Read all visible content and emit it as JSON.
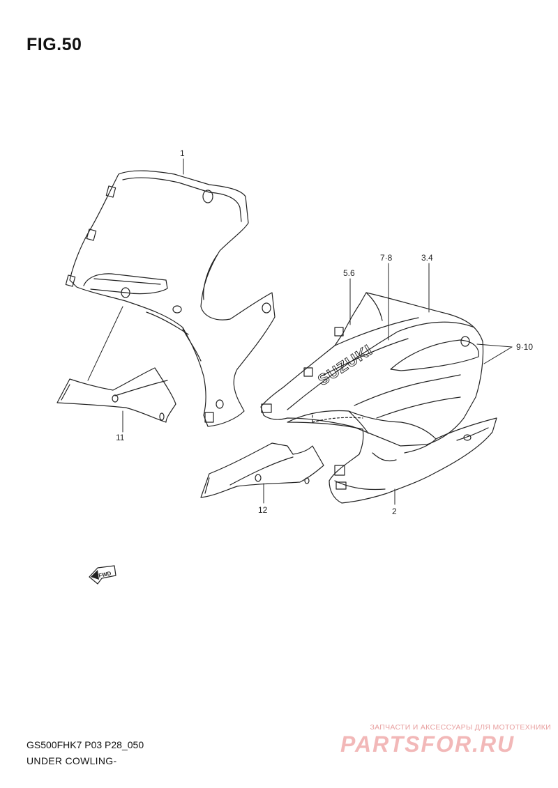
{
  "figure": {
    "title": "FIG.50"
  },
  "callouts": [
    {
      "id": "c-1",
      "label": "1"
    },
    {
      "id": "c-11",
      "label": "11"
    },
    {
      "id": "c-56",
      "label": "5.6"
    },
    {
      "id": "c-78",
      "label": "7·8"
    },
    {
      "id": "c-34",
      "label": "3.4"
    },
    {
      "id": "c-910",
      "label": "9·10"
    },
    {
      "id": "c-12",
      "label": "12"
    },
    {
      "id": "c-2",
      "label": "2"
    }
  ],
  "decal_text": "SUZUKI",
  "fwd_label": "FWD",
  "caption": {
    "code": "GS500FHK7 P03 P28_050",
    "name": "UNDER COWLING-"
  },
  "watermark": {
    "tagline": "ЗАПЧАСТИ И АКСЕССУАРЫ ДЛЯ МОТОТЕХНИКИ",
    "logo": "PARTSFOR.RU"
  },
  "colors": {
    "line": "#222222",
    "watermark": "#e8a0a0"
  }
}
